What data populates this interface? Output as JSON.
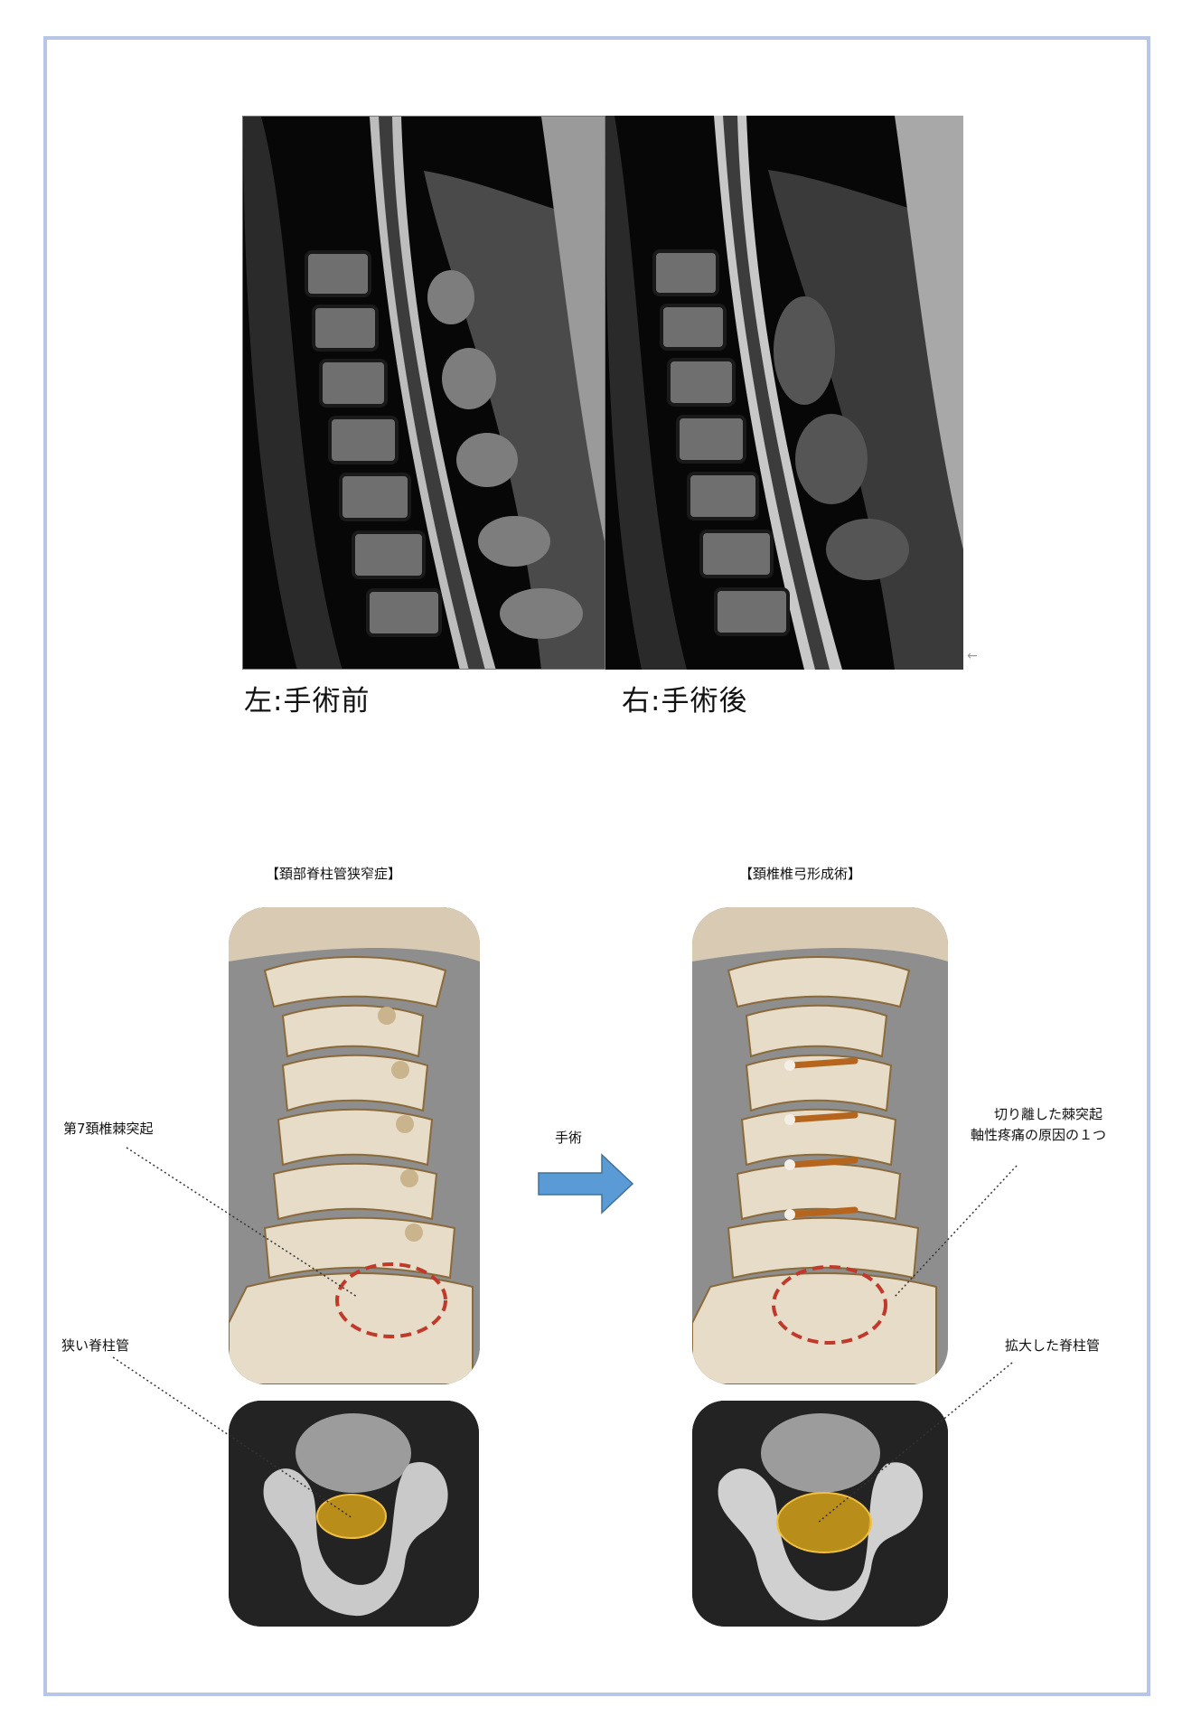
{
  "mri": {
    "left_caption": "左:手術前",
    "right_caption": "右:手術後",
    "corner_mark": "←"
  },
  "diagram": {
    "left_title": "【頚部脊柱管狭窄症】",
    "right_title": "【頚椎椎弓形成術】",
    "arrow_label": "手術",
    "label_spinous_c7": "第7頚椎棘突起",
    "label_narrow_canal": "狭い脊柱管",
    "label_cut_spinous_1": "切り離した棘突起",
    "label_cut_spinous_2": "軸性疼痛の原因の１つ",
    "label_expanded_canal": "拡大した脊柱管"
  },
  "colors": {
    "border": "#b7c6e6",
    "arrow": "#5b9bd5",
    "highlight_ellipse": "#d4a017",
    "dashed_circle": "#c0392b"
  }
}
